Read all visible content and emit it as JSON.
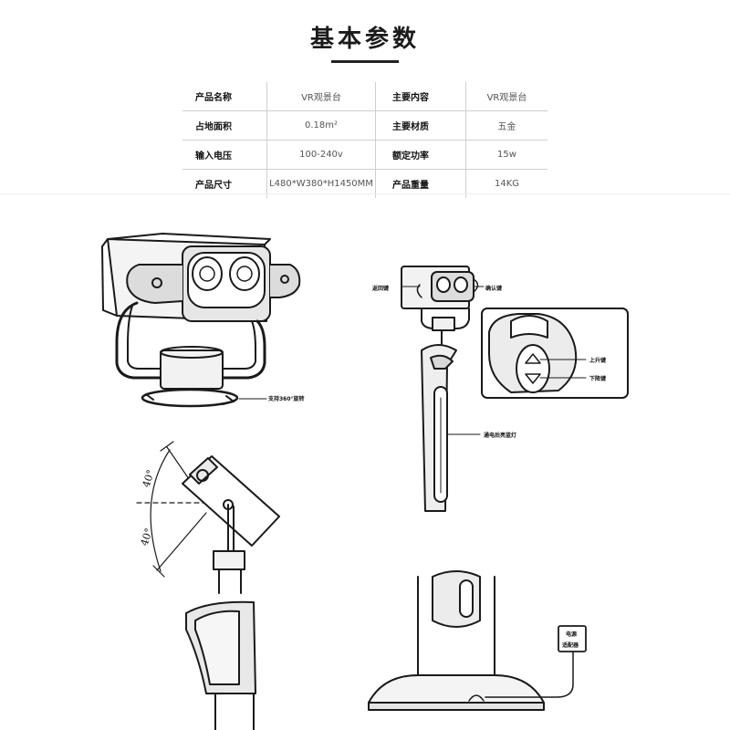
{
  "title": "基本参数",
  "specs": [
    {
      "label": "产品名称",
      "value": "VR观景台",
      "label2": "主要内容",
      "value2": "VR观景台"
    },
    {
      "label": "占地面积",
      "value": "0.18m²",
      "label2": "主要材质",
      "value2": "五金"
    },
    {
      "label": "输入电压",
      "value": "100-240v",
      "label2": "额定功率",
      "value2": "15w"
    },
    {
      "label": "产品尺寸",
      "value": "L480*W380*H1450MM",
      "label2": "产品重量",
      "value2": "14KG"
    }
  ],
  "annotations": {
    "rotate": "支持360°旋转",
    "back_key": "返回键",
    "confirm_key": "确认键",
    "up_key": "上升键",
    "down_key": "下降键",
    "blue_light": "通电后亮蓝灯",
    "adapter_line1": "电源",
    "adapter_line2": "适配器",
    "tilt_up": "40°",
    "tilt_down": "40°"
  }
}
